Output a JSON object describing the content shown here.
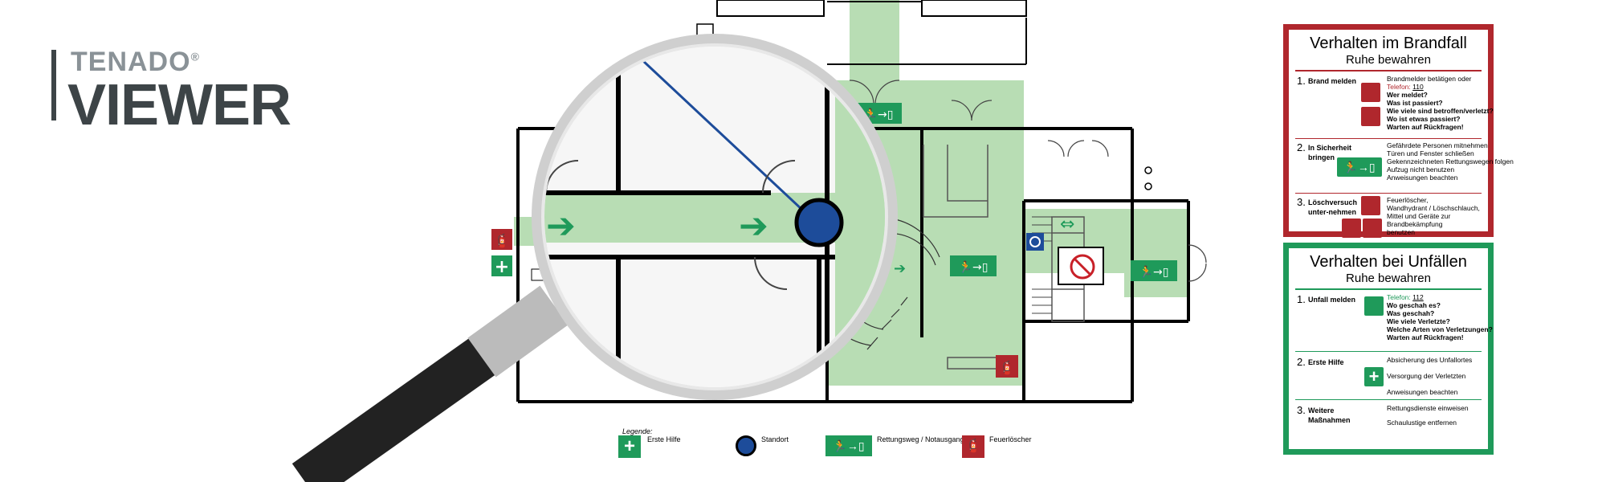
{
  "logo": {
    "line1": "TENADO",
    "reg": "®",
    "line2": "VIEWER"
  },
  "colors": {
    "exit_green": "#1f9a5a",
    "route_green": "#b8ddb4",
    "fire_red": "#b0272d",
    "standort_blue": "#1d4c9a",
    "logo_dark": "#3d4447",
    "logo_gray": "#8a9297"
  },
  "fire_sign": {
    "title": "Verhalten im Brandfall",
    "subtitle": "Ruhe bewahren",
    "rows": [
      {
        "num": "1.",
        "label": "Brand melden",
        "lines": [
          "Brandmelder betätigen oder",
          "Telefon:",
          "110",
          "Wer meldet?",
          "Was ist passiert?",
          "Wie viele sind betroffen/verletzt?",
          "Wo ist etwas passiert?",
          "Warten auf Rückfragen!"
        ]
      },
      {
        "num": "2.",
        "label": "In Sicherheit bringen",
        "lines": [
          "Gefährdete Personen mitnehmen",
          "Türen und Fenster schließen",
          "Gekennzeichneten Rettungswegen folgen",
          "Aufzug nicht benutzen",
          "Anweisungen beachten"
        ]
      },
      {
        "num": "3.",
        "label": "Löschversuch unter-nehmen",
        "lines": [
          "Feuerlöscher,",
          "Wandhydrant / Löschschlauch,",
          "Mittel und Geräte zur",
          "Brandbekämpfung",
          "benutzen"
        ]
      }
    ]
  },
  "accident_sign": {
    "title": "Verhalten bei Unfällen",
    "subtitle": "Ruhe bewahren",
    "rows": [
      {
        "num": "1.",
        "label": "Unfall melden",
        "lines": [
          "Telefon:",
          "112",
          "Wo geschah es?",
          "Was geschah?",
          "Wie viele Verletzte?",
          "Welche Arten von Verletzungen?",
          "Warten auf Rückfragen!"
        ]
      },
      {
        "num": "2.",
        "label": "Erste Hilfe",
        "lines": [
          "Absicherung des Unfallortes",
          "Versorgung der Verletzten",
          "Anweisungen beachten"
        ]
      },
      {
        "num": "3.",
        "label": "Weitere Maßnahmen",
        "lines": [
          "Rettungsdienste einweisen",
          "Schaulustige entfernen"
        ]
      }
    ]
  },
  "legend": {
    "title": "Legende:",
    "items": [
      "Erste Hilfe",
      "Standort",
      "Rettungsweg / Notausgang",
      "Feuerlöscher"
    ]
  }
}
